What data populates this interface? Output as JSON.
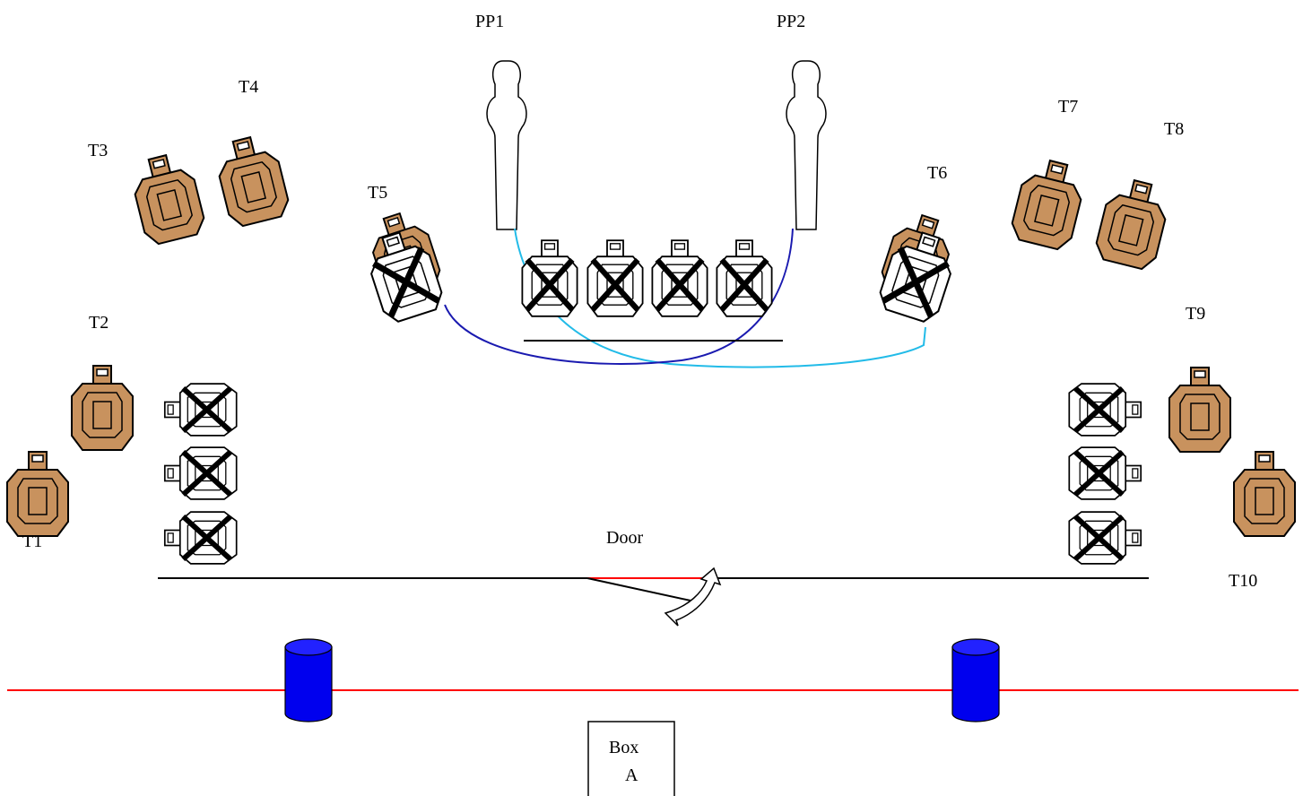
{
  "labels": {
    "pp1": "PP1",
    "pp2": "PP2",
    "t1": "T1",
    "t2": "T2",
    "t3": "T3",
    "t4": "T4",
    "t5": "T5",
    "t6": "T6",
    "t7": "T7",
    "t8": "T8",
    "t9": "T9",
    "t10": "T10",
    "door": "Door",
    "box_line1": "Box",
    "box_line2": "A"
  },
  "colors": {
    "shoot_target": "#c8925e",
    "no_shoot_target": "#ffffff",
    "barrel": "#0000ee",
    "fault_line": "#ff0000",
    "swing_path_pp1": "#22bbe8",
    "swing_path_pp2": "#1a1ab0"
  },
  "icons": {
    "shoot_target": "ipsc-target-icon",
    "no_shoot_target": "no-shoot-target-icon",
    "popper": "pepper-popper-icon",
    "barrel": "barrel-icon",
    "door": "door-swing-icon"
  }
}
